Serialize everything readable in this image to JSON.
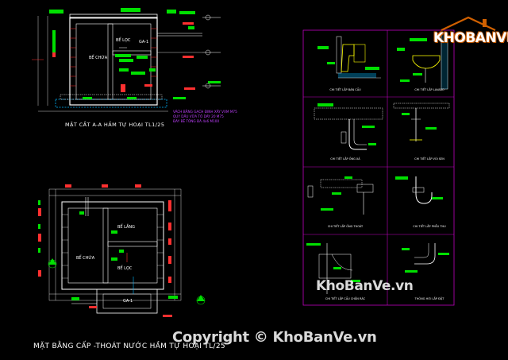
{
  "titles": {
    "section": "MẶT CẮT A-A HẦM TỰ HOẠI TL1/25",
    "plan": "MẶT BẰNG CẤP -THOÁT NƯỚC HẦM TỰ HOẠI TL/25"
  },
  "rooms": {
    "section_chua": "BỂ CHỨA",
    "section_loc": "BỂ LỌC",
    "section_ga": "GA-1",
    "plan_chua": "BỂ CHỨA",
    "plan_lang": "BỂ LẮNG",
    "plan_loc": "BỂ LỌC",
    "plan_ga": "GA-1"
  },
  "note_lines": [
    "VÁCH BẰNG GẠCH ĐINH XÂY VXM M75",
    "QUY DẦU VỮA TÔ DÀY 20 M75",
    "ĐÁY BÊ TÔNG ĐÁ 4x6 M100"
  ],
  "detail_captions": [
    "CHI TIẾT LẮP BÀN CẦU",
    "CHI TIẾT LẮP LAVABO",
    "CHI TIẾT LẮP ỐNG XẢ",
    "CHI TIẾT LẮP VÒI SEN",
    "CHI TIẾT LẮP ỐNG THOÁT",
    "CHI TIẾT LẮP PHỄU THU",
    "CHI TIẾT LẮP CẦU CHẮN RÁC",
    "THÔNG HƠI LẮP ĐẶT"
  ],
  "brand": {
    "text": "KHOBANVE"
  },
  "watermarks": {
    "mid": "KhoBanVe.vn",
    "bottom": "Copyright © KhoBanVe.vn"
  },
  "colors": {
    "background": "#000000",
    "line_white": "#ffffff",
    "label_green": "#00e000",
    "accent_cyan": "#00b7ff",
    "grid_magenta": "#c000c0",
    "hatch_red": "#ff3030",
    "fixture_yellow": "#ffff00"
  }
}
